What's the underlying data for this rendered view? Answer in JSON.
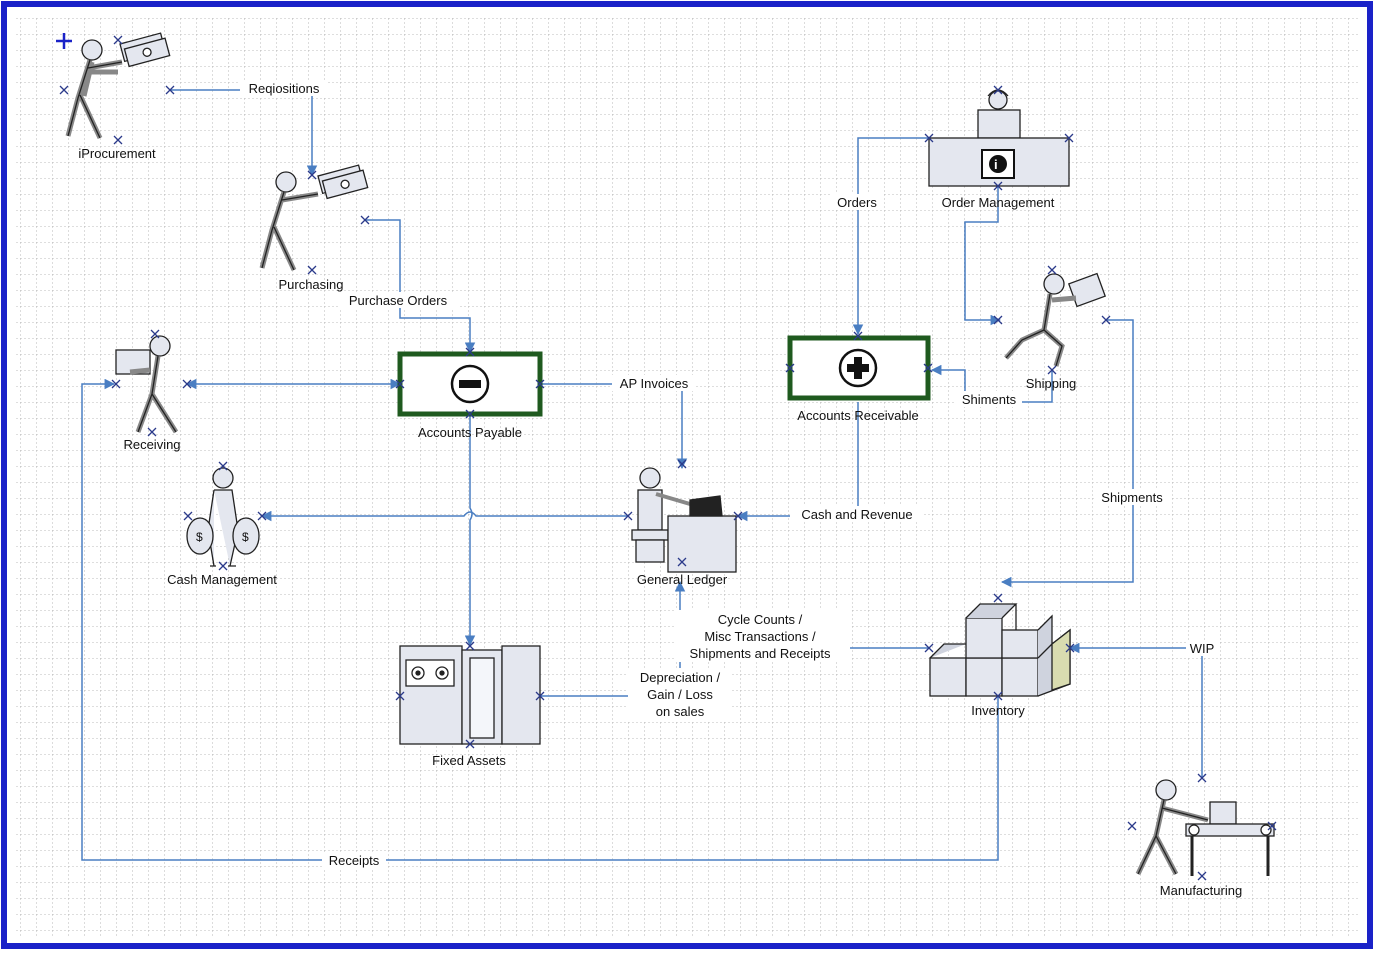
{
  "nodes": {
    "iprocurement": "iProcurement",
    "purchasing": "Purchasing",
    "receiving": "Receiving",
    "accounts_payable": "Accounts Payable",
    "cash_management": "Cash Management",
    "general_ledger": "General Ledger",
    "fixed_assets": "Fixed Assets",
    "order_management": "Order Management",
    "accounts_receivable": "Accounts Receivable",
    "shipping": "Shipping",
    "inventory": "Inventory",
    "manufacturing": "Manufacturing"
  },
  "flows": {
    "requisitions": "Reqiositions",
    "purchase_orders": "Purchase Orders",
    "ap_invoices": "AP Invoices",
    "orders": "Orders",
    "shipments_1": "Shiments",
    "shipments_2": "Shipments",
    "cash_revenue": "Cash and Revenue",
    "cycle_1": "Cycle Counts /",
    "cycle_2": "Misc Transactions /",
    "cycle_3": "Shipments and Receipts",
    "depr_1": "Depreciation /",
    "depr_2": "Gain / Loss",
    "depr_3": "on sales",
    "wip": "WIP",
    "receipts": "Receipts"
  },
  "colors": {
    "frame_border": "#1a22c8",
    "grid": "#a9a9a9",
    "connector": "#4a7ec2",
    "marker": "#2b3a8a",
    "box_border": "#1f5a1f",
    "icon_fill": "#e4e7ef",
    "icon_stroke": "#222222"
  }
}
